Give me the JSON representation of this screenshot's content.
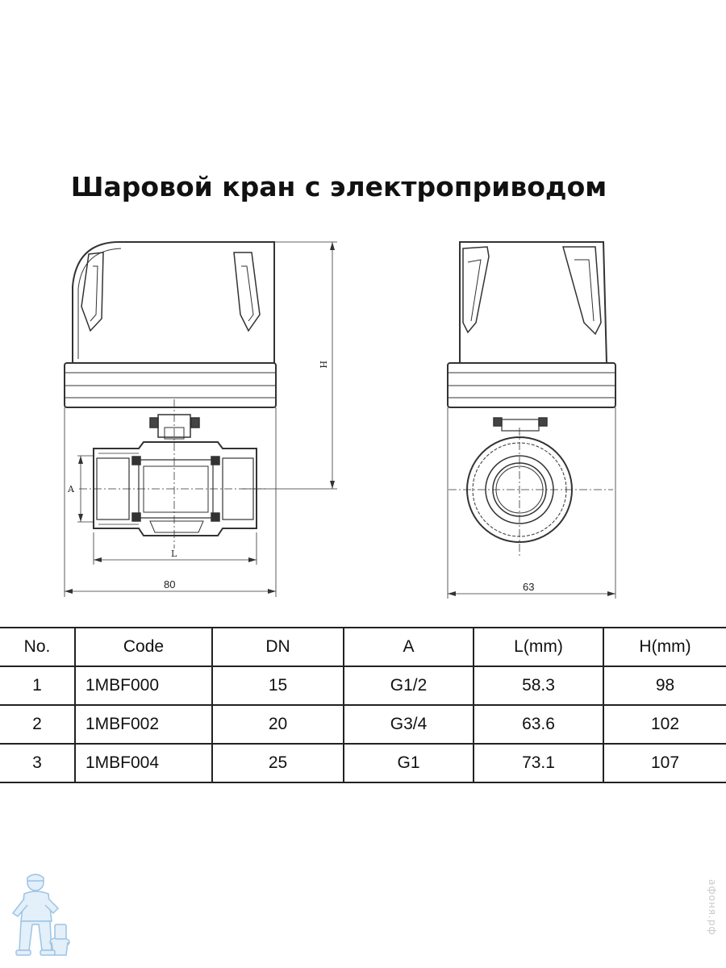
{
  "title": "Шаровой  кран с электроприводом",
  "drawing": {
    "label_H": "H",
    "label_A": "A",
    "label_L": "L",
    "front_width": "80",
    "side_width": "63"
  },
  "table": {
    "headers": [
      "No.",
      "Code",
      "DN",
      "A",
      "L(mm)",
      "H(mm)"
    ],
    "rows": [
      [
        "1",
        "1MBF000",
        "15",
        "G1/2",
        "58.3",
        "98"
      ],
      [
        "2",
        "1MBF002",
        "20",
        "G3/4",
        "63.6",
        "102"
      ],
      [
        "3",
        "1MBF004",
        "25",
        "G1",
        "73.1",
        "107"
      ]
    ]
  },
  "watermark": {
    "site": "афоня.рф",
    "mascot_icon": "plumber-mascot-icon"
  },
  "colors": {
    "line": "#333333",
    "watermark": "#9cc4e4"
  }
}
